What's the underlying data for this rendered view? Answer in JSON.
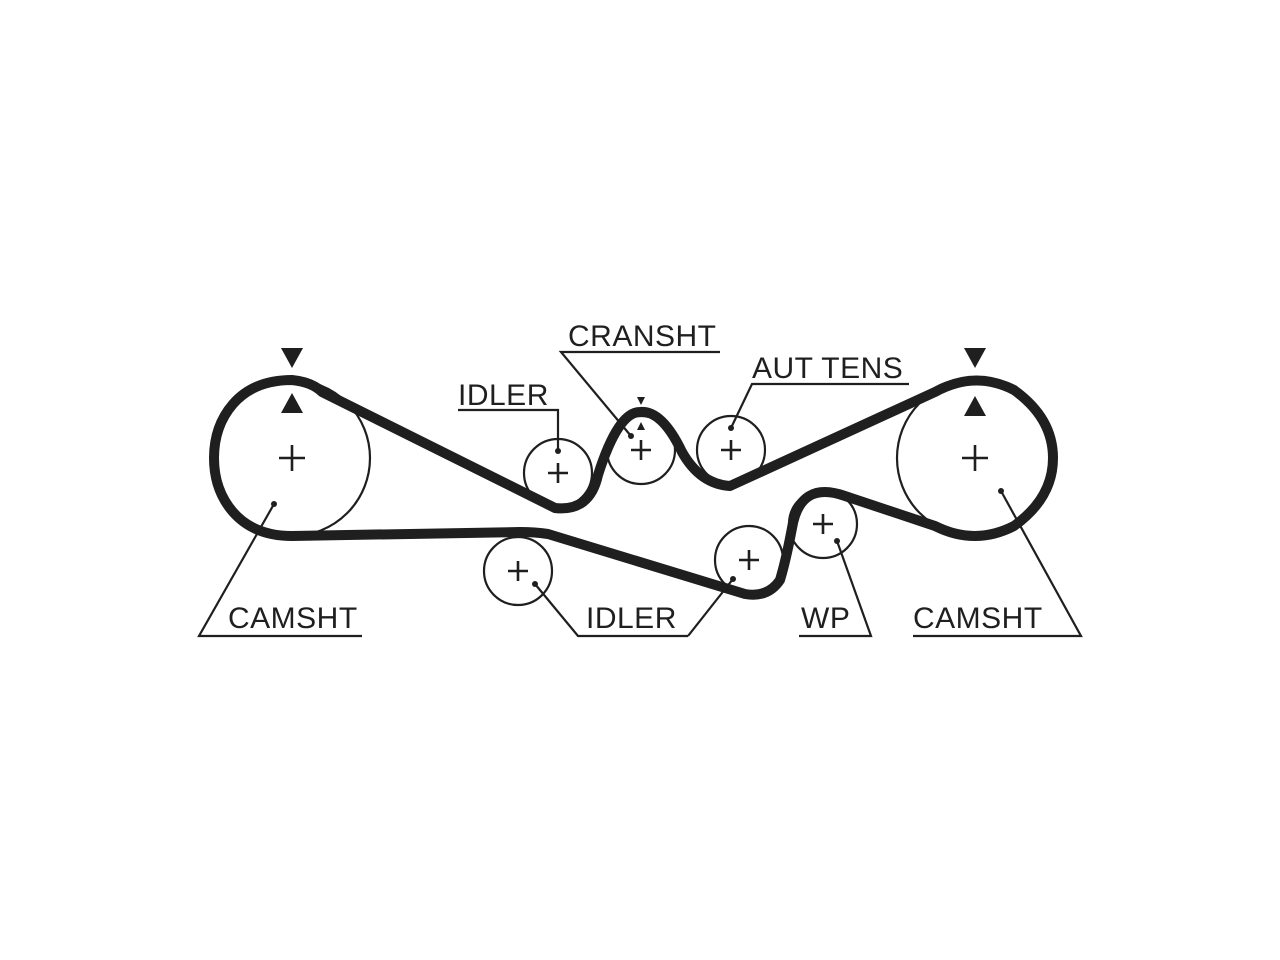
{
  "labels": {
    "camsht_left": "CAMSHT",
    "camsht_right": "CAMSHT",
    "idler_top": "IDLER",
    "idler_bottom": "IDLER",
    "cransht": "CRANSHT",
    "aut_tens": "AUT TENS",
    "wp": "WP"
  },
  "colors": {
    "line": "#1f1f1f",
    "background": "#ffffff"
  }
}
